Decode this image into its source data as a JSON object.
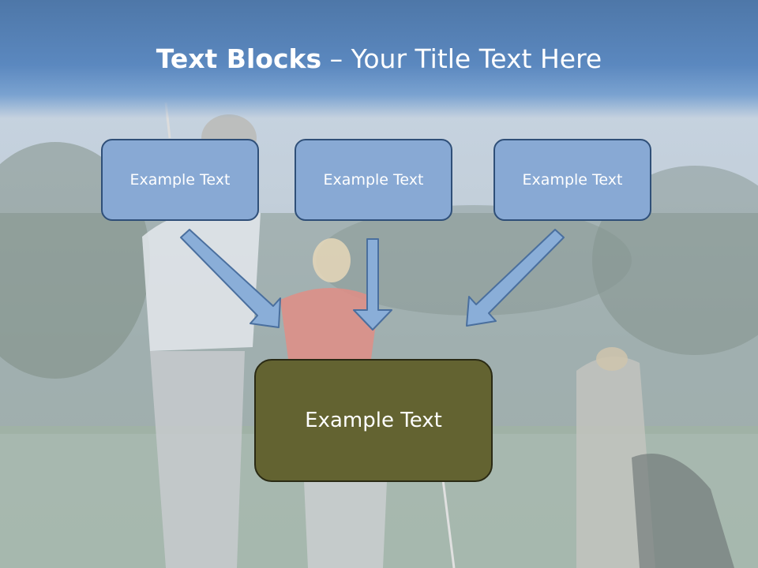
{
  "slide": {
    "title_bold": "Text Blocks",
    "title_separator": " – ",
    "title_rest": "Your Title Text Here",
    "blocks": [
      {
        "label": "Example Text"
      },
      {
        "label": "Example Text"
      },
      {
        "label": "Example Text"
      }
    ],
    "main_block": {
      "label": "Example Text"
    }
  },
  "colors": {
    "header": "#5b88bf",
    "block_fill": "#88a9d4",
    "block_border": "#2f4f78",
    "main_fill": "#636331",
    "arrow_fill": "#8aaed8",
    "arrow_stroke": "#4a6f9e"
  }
}
